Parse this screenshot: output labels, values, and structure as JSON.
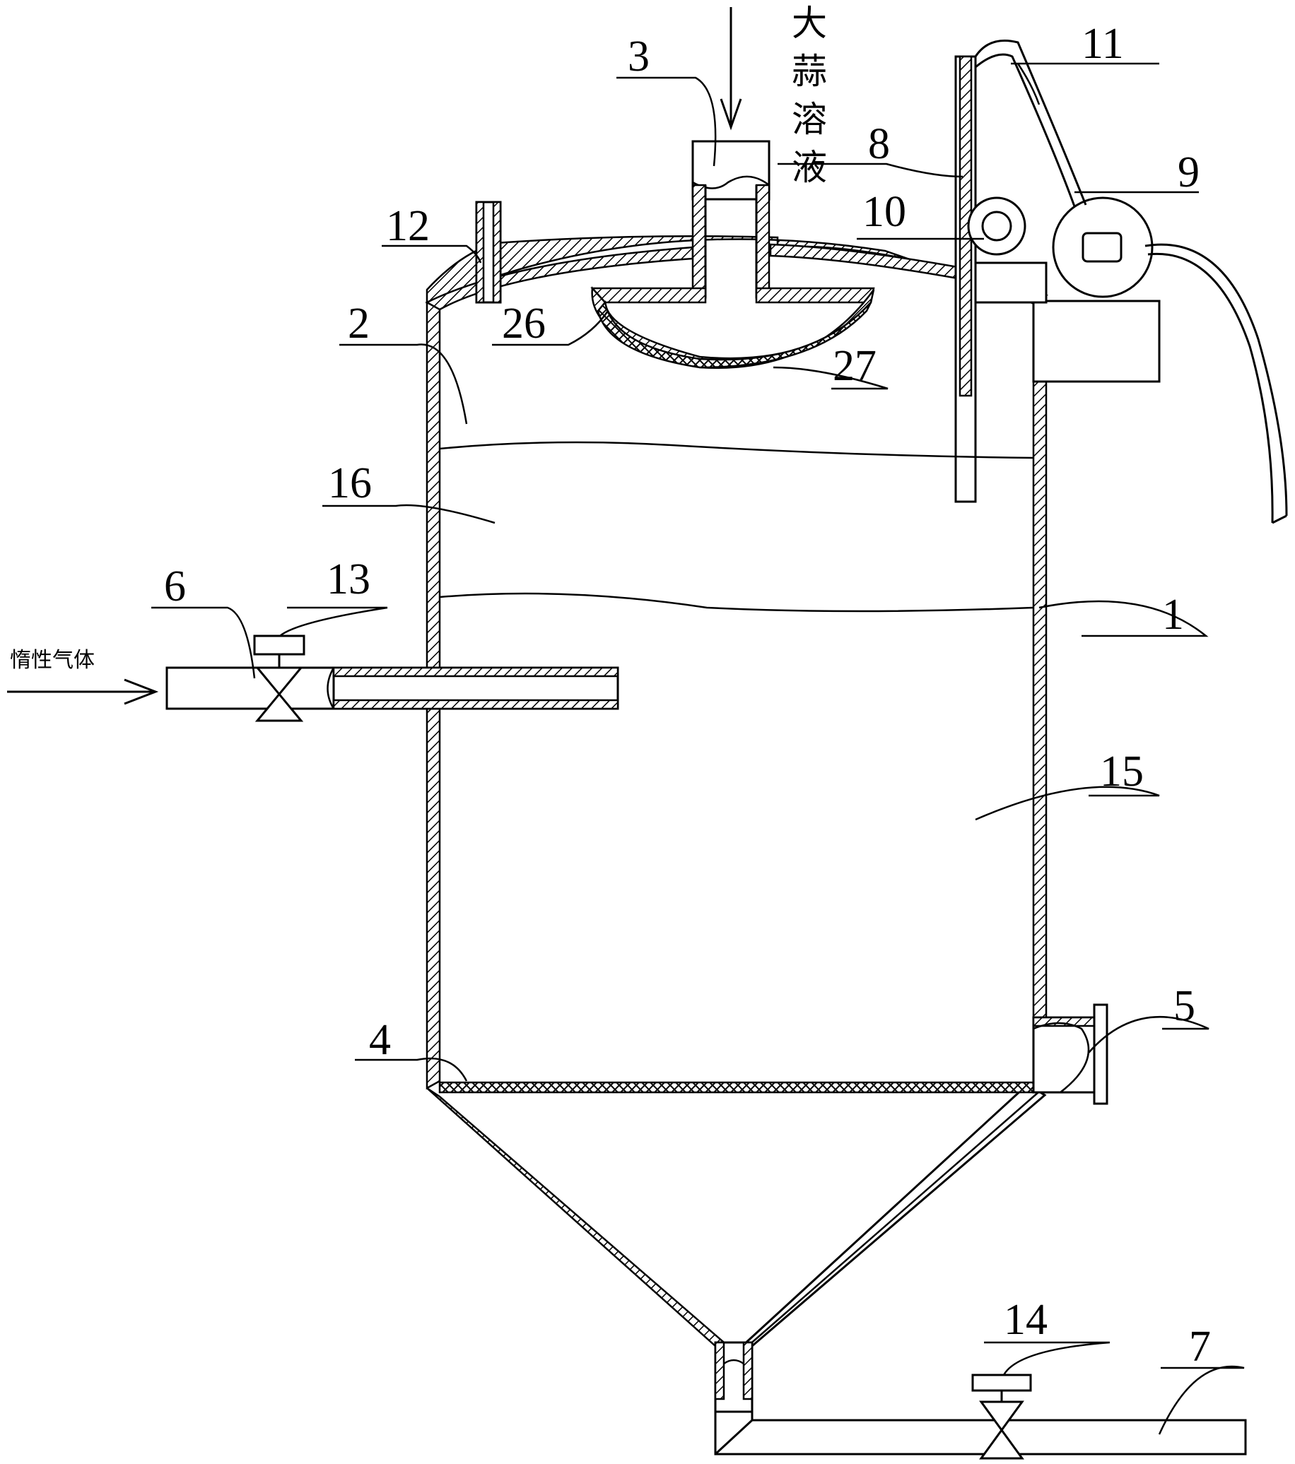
{
  "labels": {
    "n1": "1",
    "n2": "2",
    "n3": "3",
    "n4": "4",
    "n5": "5",
    "n6": "6",
    "n7": "7",
    "n8": "8",
    "n9": "9",
    "n10": "10",
    "n11": "11",
    "n12": "12",
    "n13": "13",
    "n14": "14",
    "n15": "15",
    "n16": "16",
    "n26": "26",
    "n27": "27"
  },
  "annotations": {
    "garlic_solution": [
      "大",
      "蒜",
      "溶",
      "液"
    ],
    "inert_gas": "惰性气体"
  }
}
